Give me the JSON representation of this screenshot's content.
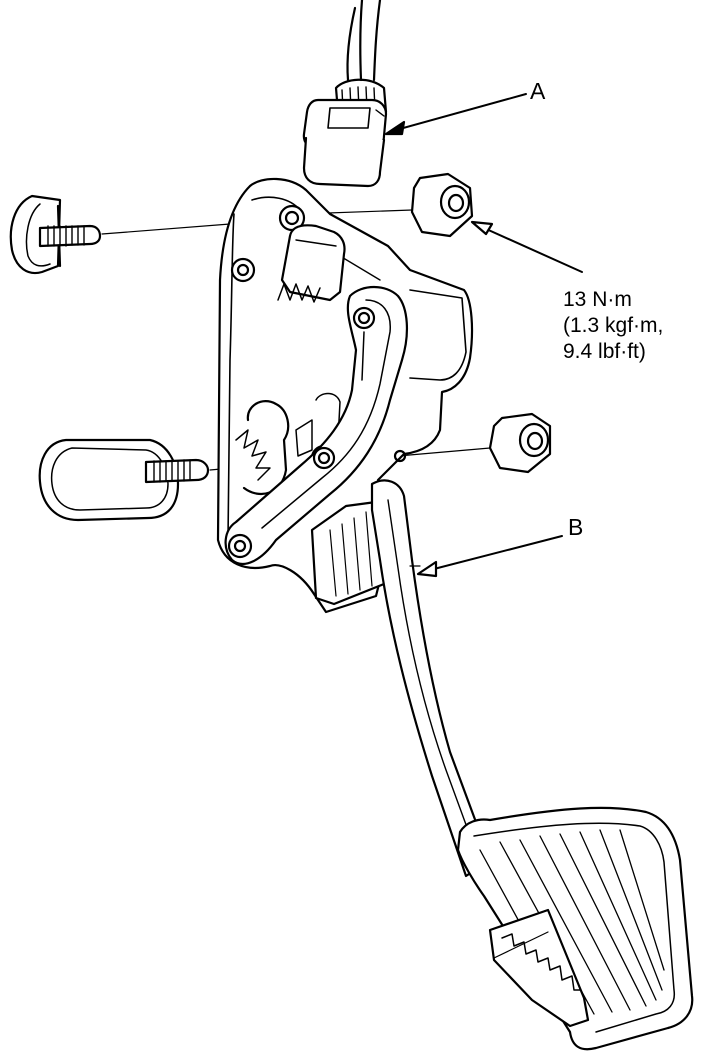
{
  "labels": {
    "a": "A",
    "b": "B"
  },
  "torque": {
    "line1": "13 N·m",
    "line2": "(1.3 kgf·m,",
    "line3": "9.4 lbf·ft)"
  },
  "colors": {
    "ink": "#000000",
    "paper": "#ffffff"
  }
}
